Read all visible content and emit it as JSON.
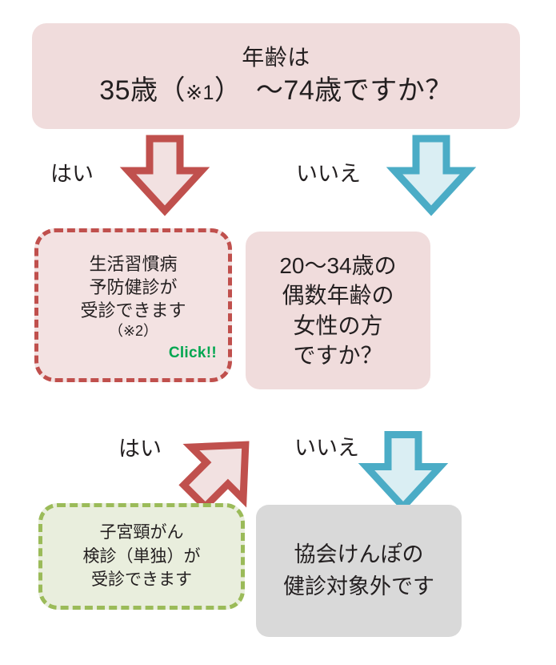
{
  "flowchart": {
    "title_alt": "健診対象者判定フロー",
    "nodes": {
      "question1": {
        "line1": "年齢は",
        "line2_a": "35歳（",
        "line2_ref": "※1",
        "line2_b": "）　～74歳ですか？"
      },
      "result_lifestyle": {
        "line1": "生活習慣病",
        "line2": "予防健診が",
        "line3": "受診できます",
        "line4": "（※2）",
        "click_label": "Click!!"
      },
      "question2": {
        "line1": "20～34歳の",
        "line2": "偶数年齢の",
        "line3": "女性の方",
        "line4": "ですか？"
      },
      "result_cervical": {
        "line1": "子宮頸がん",
        "line2": "検診（単独）が",
        "line3": "受診できます"
      },
      "result_excluded": {
        "line1": "協会けんぽの",
        "line2": "健診対象外です"
      }
    },
    "branches": {
      "yes_1": "はい",
      "no_1": "いいえ",
      "yes_2": "はい",
      "no_2": "いいえ"
    },
    "colors": {
      "pink_fill": "#f0dcdc",
      "red_dash_border": "#c0504d",
      "red_dash_fill": "#f3e2e2",
      "green_dash_border": "#9bbb59",
      "green_dash_fill": "#e9eedd",
      "grey_fill": "#d9d9d9",
      "arrow_red_stroke": "#c0504d",
      "arrow_red_fill": "#f2e1e1",
      "arrow_blue_stroke": "#4bacc6",
      "arrow_blue_fill": "#daeef3",
      "click_green": "#00a650",
      "text": "#231f20"
    }
  }
}
